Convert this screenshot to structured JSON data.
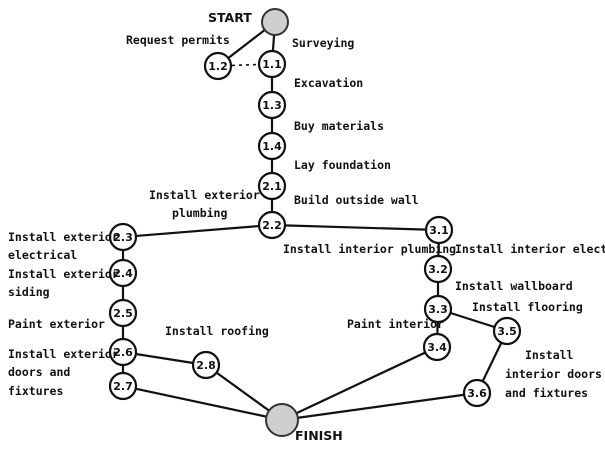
{
  "nodes": [
    {
      "id": "START",
      "label": "",
      "type": "terminal"
    },
    {
      "id": "1.1",
      "label": "1.1",
      "type": "activity"
    },
    {
      "id": "1.2",
      "label": "1.2",
      "type": "activity"
    },
    {
      "id": "1.3",
      "label": "1.3",
      "type": "activity"
    },
    {
      "id": "1.4",
      "label": "1.4",
      "type": "activity"
    },
    {
      "id": "2.1",
      "label": "2.1",
      "type": "activity"
    },
    {
      "id": "2.2",
      "label": "2.2",
      "type": "activity"
    },
    {
      "id": "2.3",
      "label": "2.3",
      "type": "activity"
    },
    {
      "id": "2.4",
      "label": "2.4",
      "type": "activity"
    },
    {
      "id": "2.5",
      "label": "2.5",
      "type": "activity"
    },
    {
      "id": "2.6",
      "label": "2.6",
      "type": "activity"
    },
    {
      "id": "2.7",
      "label": "2.7",
      "type": "activity"
    },
    {
      "id": "2.8",
      "label": "2.8",
      "type": "activity"
    },
    {
      "id": "3.1",
      "label": "3.1",
      "type": "activity"
    },
    {
      "id": "3.2",
      "label": "3.2",
      "type": "activity"
    },
    {
      "id": "3.3",
      "label": "3.3",
      "type": "activity"
    },
    {
      "id": "3.4",
      "label": "3.4",
      "type": "activity"
    },
    {
      "id": "3.5",
      "label": "3.5",
      "type": "activity"
    },
    {
      "id": "3.6",
      "label": "3.6",
      "type": "activity"
    },
    {
      "id": "FINISH",
      "label": "",
      "type": "terminal"
    }
  ],
  "edges": [
    {
      "from": "START",
      "to": "1.1"
    },
    {
      "from": "START",
      "to": "1.2"
    },
    {
      "from": "1.2",
      "to": "1.1",
      "style": "dashed"
    },
    {
      "from": "1.1",
      "to": "1.3"
    },
    {
      "from": "1.3",
      "to": "1.4"
    },
    {
      "from": "1.4",
      "to": "2.1"
    },
    {
      "from": "2.1",
      "to": "2.2"
    },
    {
      "from": "2.2",
      "to": "2.3"
    },
    {
      "from": "2.2",
      "to": "3.1"
    },
    {
      "from": "2.3",
      "to": "2.4"
    },
    {
      "from": "2.4",
      "to": "2.5"
    },
    {
      "from": "2.5",
      "to": "2.6"
    },
    {
      "from": "2.6",
      "to": "2.7"
    },
    {
      "from": "2.6",
      "to": "2.8"
    },
    {
      "from": "2.7",
      "to": "FINISH"
    },
    {
      "from": "2.8",
      "to": "FINISH"
    },
    {
      "from": "3.1",
      "to": "3.2"
    },
    {
      "from": "3.2",
      "to": "3.3"
    },
    {
      "from": "3.3",
      "to": "3.4"
    },
    {
      "from": "3.3",
      "to": "3.5"
    },
    {
      "from": "3.4",
      "to": "FINISH"
    },
    {
      "from": "3.5",
      "to": "3.6"
    },
    {
      "from": "3.6",
      "to": "FINISH"
    }
  ],
  "labels": {
    "start": "START",
    "finish": "FINISH",
    "request_permits": "Request permits",
    "surveying": "Surveying",
    "excavation": "Excavation",
    "buy_materials": "Buy materials",
    "lay_foundation": "Lay foundation",
    "build_outside_wall": "Build outside wall",
    "install_exterior_plumbing": [
      "Install exterior",
      "plumbing"
    ],
    "install_exterior_electrical": [
      "Install exterior",
      "electrical"
    ],
    "install_exterior_siding": [
      "Install exterior",
      "siding"
    ],
    "paint_exterior": "Paint exterior",
    "install_exterior_doors": [
      "Install exterior",
      "doors and",
      "fixtures"
    ],
    "install_roofing": "Install roofing",
    "install_interior_plumbing": "Install interior plumbing",
    "install_interior_electrical": "Install interior electrical",
    "install_wallboard": "Install wallboard",
    "install_flooring": "Install flooring",
    "paint_interior": "Paint interior",
    "install_interior_doors": [
      "Install",
      "interior doors",
      "and fixtures"
    ]
  },
  "colors": {
    "terminal_fill": "#cfcfcf",
    "line": "#111111"
  }
}
